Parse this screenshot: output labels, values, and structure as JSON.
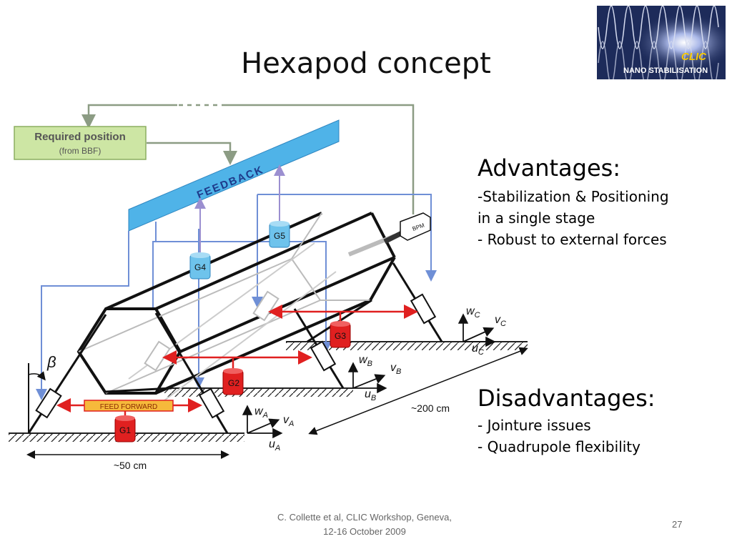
{
  "title": "Hexapod concept",
  "logo": {
    "text1": "CLIC",
    "text2": "NANO STABILISATION"
  },
  "diagram": {
    "required_position": "Required position",
    "from_bbf": "(from BBF)",
    "feedback": "FEEDBACK",
    "feed_forward": "FEED FORWARD",
    "bpm": "BPM",
    "sensors": [
      "G1",
      "G2",
      "G3",
      "G4",
      "G5"
    ],
    "angle": "β",
    "dim_width": "~50 cm",
    "dim_length": "~200 cm",
    "axes": {
      "A": {
        "w": "w",
        "v": "v",
        "u": "u",
        "sub": "A"
      },
      "B": {
        "w": "w",
        "v": "v",
        "u": "u",
        "sub": "B"
      },
      "C": {
        "w": "w",
        "v": "v",
        "u": "u",
        "sub": "C"
      }
    }
  },
  "advantages": {
    "heading": "Advantages:",
    "items": [
      "-Stabilization & Positioning",
      "in a single stage",
      "- Robust to external forces"
    ]
  },
  "disadvantages": {
    "heading": "Disadvantages:",
    "items": [
      "- Jointure issues",
      "- Quadrupole flexibility"
    ]
  },
  "footer": {
    "line1": "C. Collette et al, CLIC Workshop, Geneva,",
    "line2": "12-16 October 2009"
  },
  "page_number": "27",
  "colors": {
    "blue_line": "#6f8fd6",
    "red": "#e02020",
    "green_box": "#cde6a4",
    "feedback_blue": "#4fb3e8",
    "grey_green": "#8c9c84"
  }
}
